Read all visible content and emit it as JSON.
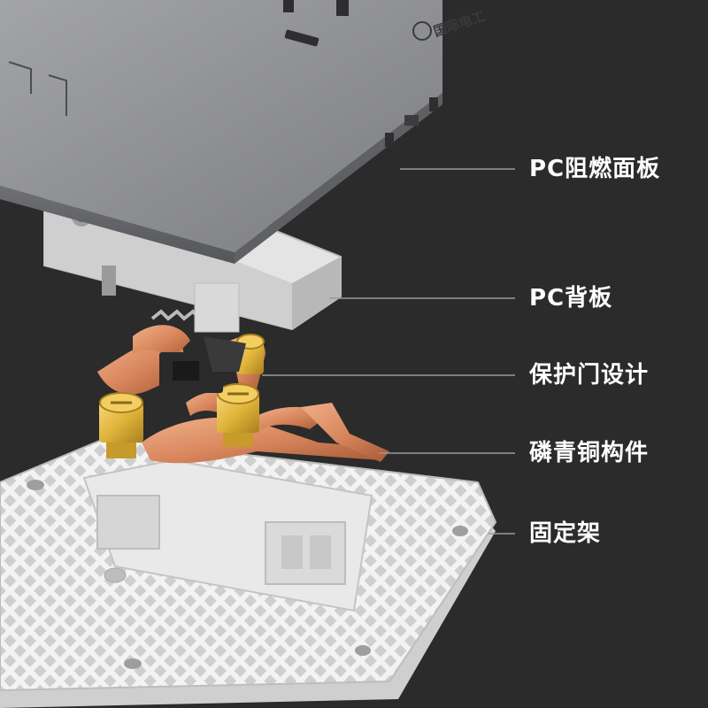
{
  "brand": {
    "logo_text": "国际电工"
  },
  "callouts": [
    {
      "label": "PC阻燃面板"
    },
    {
      "label": "PC背板"
    },
    {
      "label": "保护门设计"
    },
    {
      "label": "磷青铜构件"
    },
    {
      "label": "固定架"
    }
  ],
  "colors": {
    "background": "#2b2b2b",
    "panel": "#8e8f92",
    "backplate": "#e2e2e2",
    "copper": "#d9875d",
    "brass": "#e0b33a",
    "frame": "#f1f1f1",
    "label": "#ffffff",
    "leader_line": "#9a9a9a"
  }
}
